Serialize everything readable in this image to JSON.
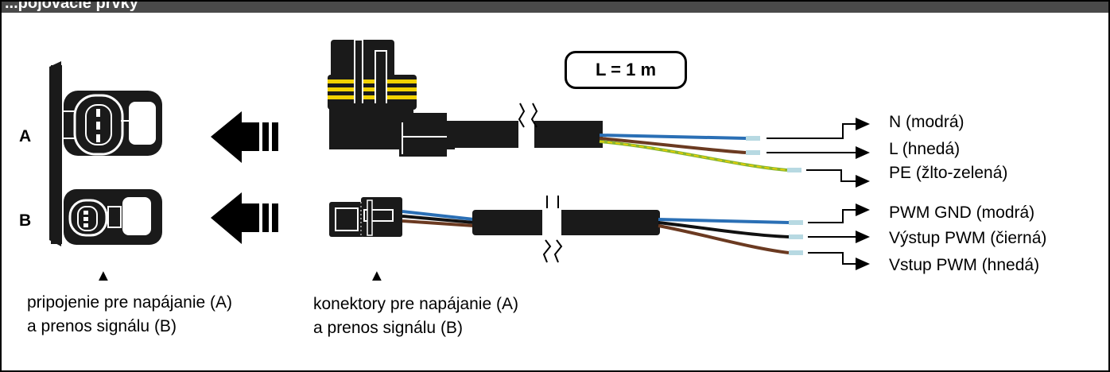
{
  "header": {
    "title_fragment": "...pojovacie prvky"
  },
  "length_label": "L = 1 m",
  "sides": {
    "a": "A",
    "b": "B"
  },
  "wires_a": [
    {
      "label": "N (modrá)",
      "color": "#2a6fb5"
    },
    {
      "label": "L (hnedá)",
      "color": "#6b3a21"
    },
    {
      "label": "PE (žlto-zelená)",
      "color": "#8ab62e"
    }
  ],
  "wires_b": [
    {
      "label": "PWM GND (modrá)",
      "color": "#2a6fb5"
    },
    {
      "label": "Výstup PWM (čierná)",
      "color": "#111111"
    },
    {
      "label": "Vstup PWM (hnedá)",
      "color": "#6b3a21"
    }
  ],
  "captions": {
    "left_line1": "pripojenie pre napájanie (A)",
    "left_line2": "a prenos signálu (B)",
    "right_line1": "konektory pre napájanie (A)",
    "right_line2": "a prenos signálu (B)"
  },
  "marker": "▲",
  "colors": {
    "connector": "#1a1a1a",
    "seal": "#f2d200",
    "tip": "#b7d9e2",
    "header": "#4a4a4a"
  }
}
